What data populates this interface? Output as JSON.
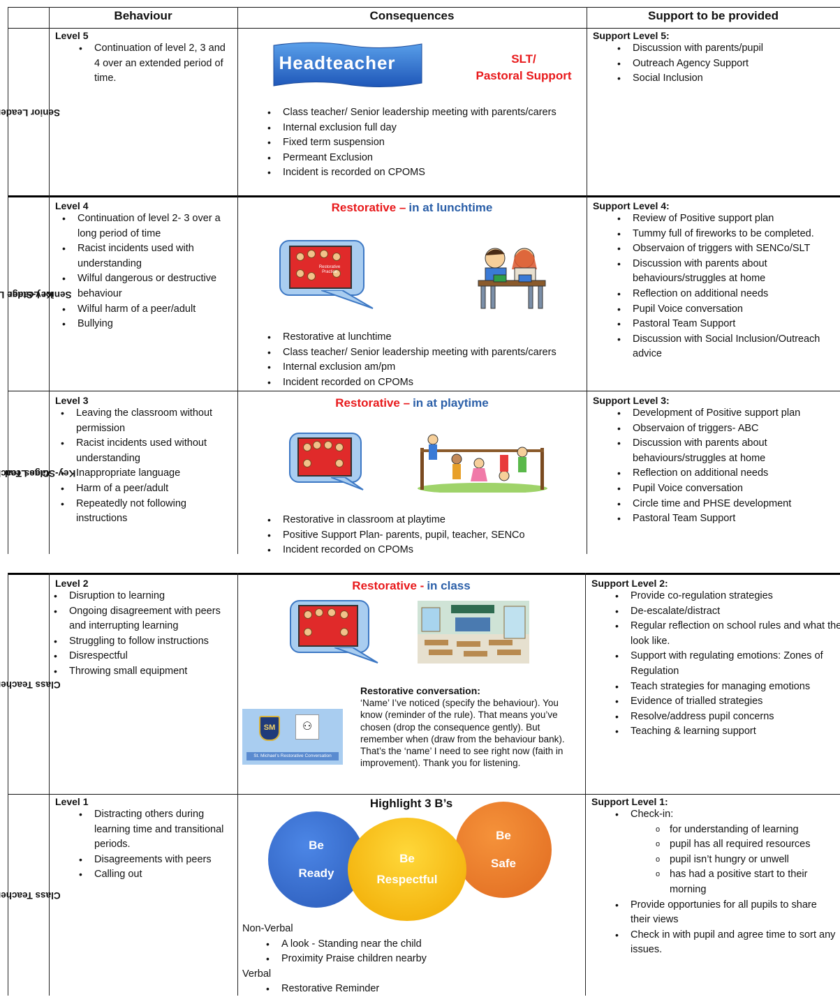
{
  "headers": {
    "behaviour": "Behaviour",
    "consequences": "Consequences",
    "support": "Support to be provided"
  },
  "rows": {
    "r5": {
      "label_line1": "Senior Leader",
      "label_line2": "",
      "level": "Level 5",
      "behaviour": [
        "Continuation of level 2, 3 and 4 over an extended period of time."
      ],
      "banner": "Headteacher",
      "slt_line1": "SLT/",
      "slt_line2": "Pastoral Support",
      "consequences": [
        "Class teacher/ Senior leadership meeting with parents/carers",
        "Internal exclusion full day",
        "Fixed term suspension",
        "Permeant Exclusion",
        "Incident is recorded on CPOMS"
      ],
      "support_title": "Support Level 5:",
      "support": [
        "Discussion with parents/pupil",
        "Outreach Agency Support",
        "Social Inclusion"
      ]
    },
    "r4": {
      "label_line1": "Key-Stage Lead/",
      "label_line2": "Senior Leader",
      "level": "Level 4",
      "behaviour": [
        "Continuation of level 2- 3 over a long period of time",
        "Racist incidents used with understanding",
        "Wilful dangerous or destructive behaviour",
        "Wilful harm of a peer/adult",
        "Bullying"
      ],
      "title_red": "Restorative –",
      "title_blue": "in at lunchtime",
      "consequences": [
        "Restorative at lunchtime",
        "Class teacher/ Senior leadership meeting with parents/carers",
        "Internal exclusion am/pm",
        "Incident recorded on CPOMs"
      ],
      "support_title": "Support Level 4:",
      "support": [
        "Review of Positive support plan",
        "Tummy full of fireworks to be completed.",
        "Observaion of triggers with SENCo/SLT",
        "Discussion with parents about behaviours/struggles at home",
        "Reflection on additional needs",
        "Pupil Voice conversation",
        "Pastoral Team Support",
        "Discussion with Social Inclusion/Outreach advice"
      ]
    },
    "r3": {
      "label_line1": "Class Teacher/",
      "label_line2": "Key-Stage Lead",
      "level": "Level 3",
      "behaviour": [
        "Leaving the classroom without permission",
        "Racist incidents used without understanding",
        "Inappropriate language",
        "Harm of a peer/adult",
        "Repeatedly not following instructions"
      ],
      "title_red": "Restorative –",
      "title_blue": "in at playtime",
      "consequences": [
        "Restorative in classroom at playtime",
        "Positive Support Plan- parents, pupil, teacher, SENCo",
        "Incident recorded on CPOMs"
      ],
      "support_title": "Support Level 3:",
      "support": [
        "Development of Positive support plan",
        "Observaion of triggers- ABC",
        "Discussion with parents about behaviours/struggles at home",
        "Reflection on additional needs",
        "Pupil Voice conversation",
        "Circle time and PHSE development",
        "Pastoral Team Support"
      ]
    },
    "r2": {
      "label_line1": "Class Teacher",
      "label_line2": "",
      "level": "Level 2",
      "behaviour": [
        "Disruption to learning",
        "Ongoing disagreement with peers and interrupting learning",
        "Struggling to follow instructions",
        "Disrespectful",
        "Throwing small equipment"
      ],
      "title_red": "Restorative -",
      "title_blue": "in class",
      "conversation_title": "Restorative conversation:",
      "conversation_text": "‘Name’ I’ve noticed (specify the behaviour).  You know (reminder of the rule).  That means you’ve chosen (drop the consequence gently). But remember when (draw from the behaviour bank).  That’s the ‘name’ I need to see right now (faith in improvement). Thank you for listening.",
      "card_caption": "St. Michael’s Restorative Conversation",
      "support_title": "Support Level 2:",
      "support": [
        "Provide co-regulation strategies",
        "De-escalate/distract",
        "Regular reflection on school rules and what they look like.",
        "Support with regulating emotions: Zones of Regulation",
        "Teach strategies for managing emotions",
        "Evidence of trialled strategies",
        "Resolve/address pupil concerns",
        "Teaching & learning support"
      ]
    },
    "r1": {
      "label_line1": "Class Teacher",
      "label_line2": "",
      "level": "Level 1",
      "behaviour": [
        "Distracting others during learning time and transitional periods.",
        "Disagreements with peers",
        "Calling out"
      ],
      "highlight_title": "Highlight 3 B’s",
      "b1_a": "Be",
      "b1_b": "Ready",
      "b2_a": "Be",
      "b2_b": "Respectful",
      "b3_a": "Be",
      "b3_b": "Safe",
      "nonverbal": "Non-Verbal",
      "nonverbal_items": [
        "A look - Standing near the child",
        "Proximity Praise children nearby"
      ],
      "verbal": "Verbal",
      "verbal_items": [
        "Restorative Reminder"
      ],
      "support_title": "Support Level 1:",
      "support_checkin": "Check-in:",
      "support_sub": [
        "for understanding of learning",
        "pupil has all required resources",
        "pupil isn’t hungry or unwell",
        "has had a positive start to their morning"
      ],
      "support": [
        "Provide opportunies for all pupils to share their views",
        "Check in with pupil and agree time to sort any issues."
      ]
    }
  },
  "poster_label": "Restorative Practice",
  "colors": {
    "red": "#e8191b",
    "blue": "#2b5fa8",
    "be_ready": "#3a6fd0",
    "be_respectful": "#f5b800",
    "be_safe": "#ee7a2a"
  }
}
